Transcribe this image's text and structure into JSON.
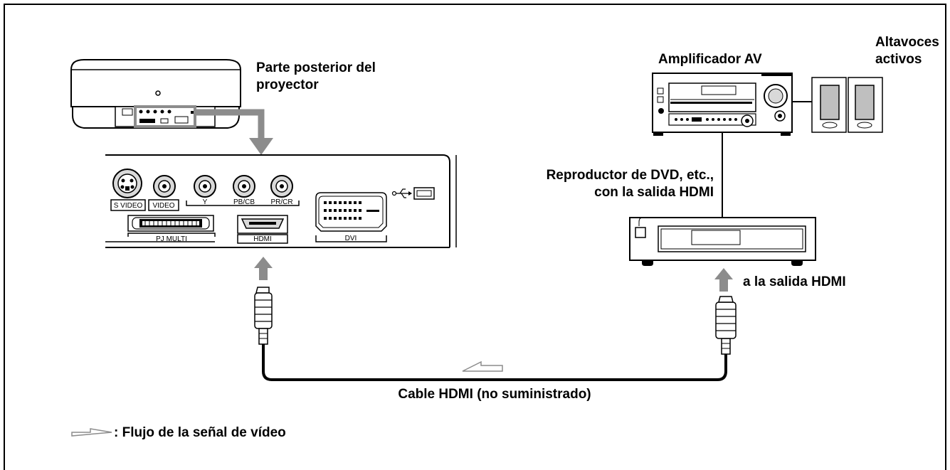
{
  "labels": {
    "projector_rear": [
      "Parte posterior del",
      "proyector"
    ],
    "av_amplifier": "Amplificador AV",
    "active_speakers": [
      "Altavoces",
      "activos"
    ],
    "dvd_player": [
      "Reproductor de DVD, etc.,",
      "con la salida HDMI"
    ],
    "to_hdmi_output": "a la salida HDMI",
    "hdmi_cable": "Cable HDMI (no suministrado)",
    "legend_signal_flow": ": Flujo de la señal de vídeo"
  },
  "panel_ports": {
    "s_video": "S VIDEO",
    "video": "VIDEO",
    "y": "Y",
    "pb_cb": "PB/CB",
    "pr_cr": "PR/CR",
    "pj_multi": "PJ MULTI",
    "hdmi": "HDMI",
    "dvi": "DVI"
  },
  "colors": {
    "outline": "#000000",
    "arrow_gray": "#8c8c8c",
    "device_gray": "#d9d9d9",
    "light_gray": "#bfbfbf"
  }
}
